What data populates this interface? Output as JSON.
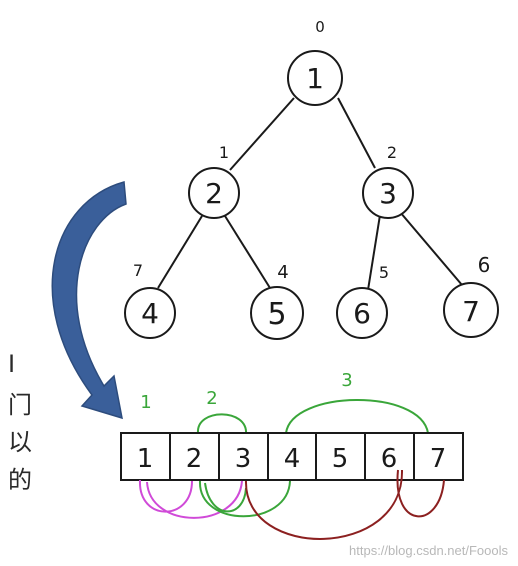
{
  "tree": {
    "nodes": [
      {
        "value": "1",
        "index": "0"
      },
      {
        "value": "2",
        "index": "1"
      },
      {
        "value": "3",
        "index": "2"
      },
      {
        "value": "4",
        "index": "7"
      },
      {
        "value": "5",
        "index": "4"
      },
      {
        "value": "6",
        "index": "5"
      },
      {
        "value": "7",
        "index": "6"
      }
    ]
  },
  "array": {
    "cells": [
      "1",
      "2",
      "3",
      "4",
      "5",
      "6",
      "7"
    ],
    "group_labels": [
      "1",
      "2",
      "3"
    ]
  },
  "side_text": [
    "I",
    "门",
    "以",
    "的"
  ],
  "watermark": "https://blog.csdn.net/Foools",
  "colors": {
    "ink": "#1a1a1a",
    "arrow_blue": "#3a5f9a",
    "group_green": "#3aa63a",
    "arc_pink": "#d04ad8",
    "arc_green": "#3aa63a",
    "arc_brown": "#8c2020"
  }
}
